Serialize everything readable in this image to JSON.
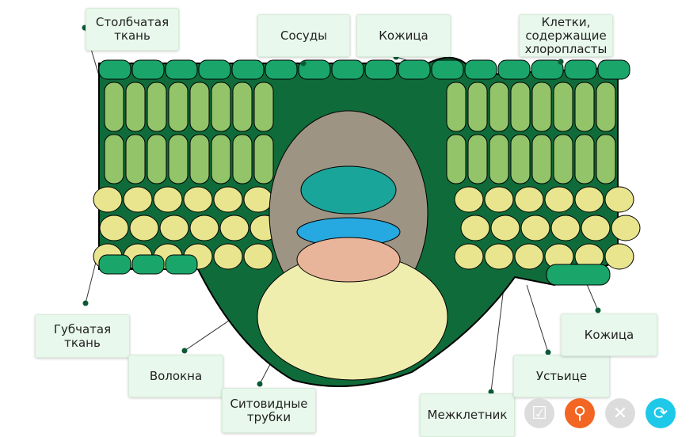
{
  "labels": {
    "palisade": "Столбчатая\nткань",
    "vessels": "Сосуды",
    "epidermis_top": "Кожица",
    "chloroplast_cells": "Клетки,\nсодержащие\nхлоропласты",
    "spongy": "Губчатая\nткань",
    "fibers": "Волокна",
    "sieve_tubes": "Ситовидные\nтрубки",
    "intercellular": "Межклетник",
    "stoma": "Устьице",
    "epidermis_bottom": "Кожица"
  },
  "controls": [
    {
      "name": "check-button",
      "icon": "check-icon",
      "color": "#dcdcdc"
    },
    {
      "name": "hint-button",
      "icon": "keyhole-icon",
      "color": "#f26522"
    },
    {
      "name": "reset-button",
      "icon": "close-icon",
      "color": "#dcdcdc"
    },
    {
      "name": "retry-button",
      "icon": "refresh-icon",
      "color": "#1ec8e8"
    }
  ]
}
